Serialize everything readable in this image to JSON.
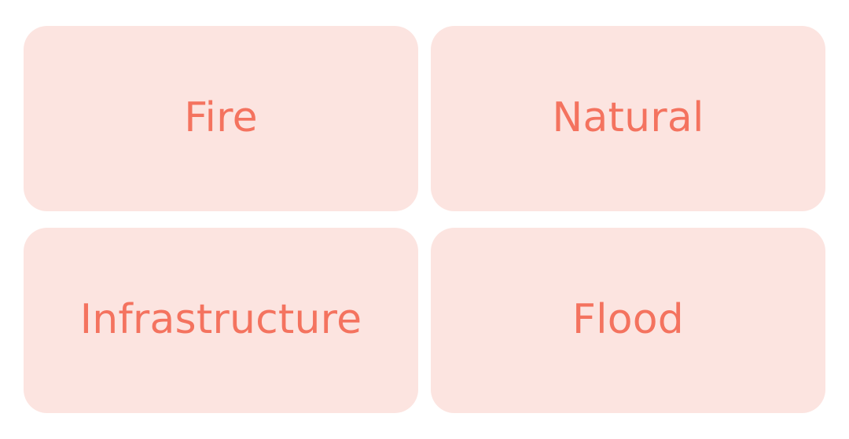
{
  "theme": {
    "tile_background": "#fce4e0",
    "tile_text": "#f4735f",
    "page_background": "#ffffff"
  },
  "categories": [
    {
      "label": "Fire"
    },
    {
      "label": "Natural"
    },
    {
      "label": "Infrastructure"
    },
    {
      "label": "Flood"
    }
  ]
}
